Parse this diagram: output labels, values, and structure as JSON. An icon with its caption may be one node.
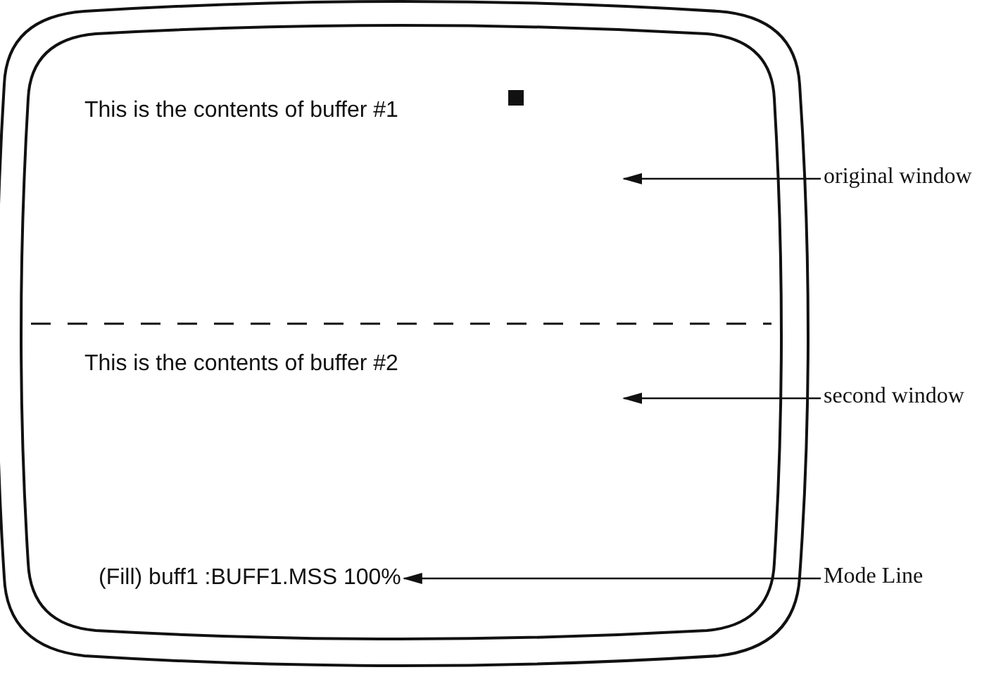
{
  "diagram": {
    "nodes": [
      {
        "text": [
          "This is the contents of buffer #1"
        ]
      },
      {
        "text": [
          "This is the contents of buffer #2"
        ]
      },
      {
        "text": [
          "(Fill) buff1 :BUFF1.MSS 100%"
        ]
      },
      {
        "text": [
          "original window"
        ]
      },
      {
        "text": [
          "second window"
        ]
      },
      {
        "text": [
          "Mode Line"
        ]
      }
    ],
    "edges": [
      {
        "from": 3,
        "to": null,
        "arrow": "to"
      },
      {
        "from": 4,
        "to": null,
        "arrow": "to"
      },
      {
        "from": 5,
        "to": 2,
        "arrow": "to"
      }
    ]
  }
}
